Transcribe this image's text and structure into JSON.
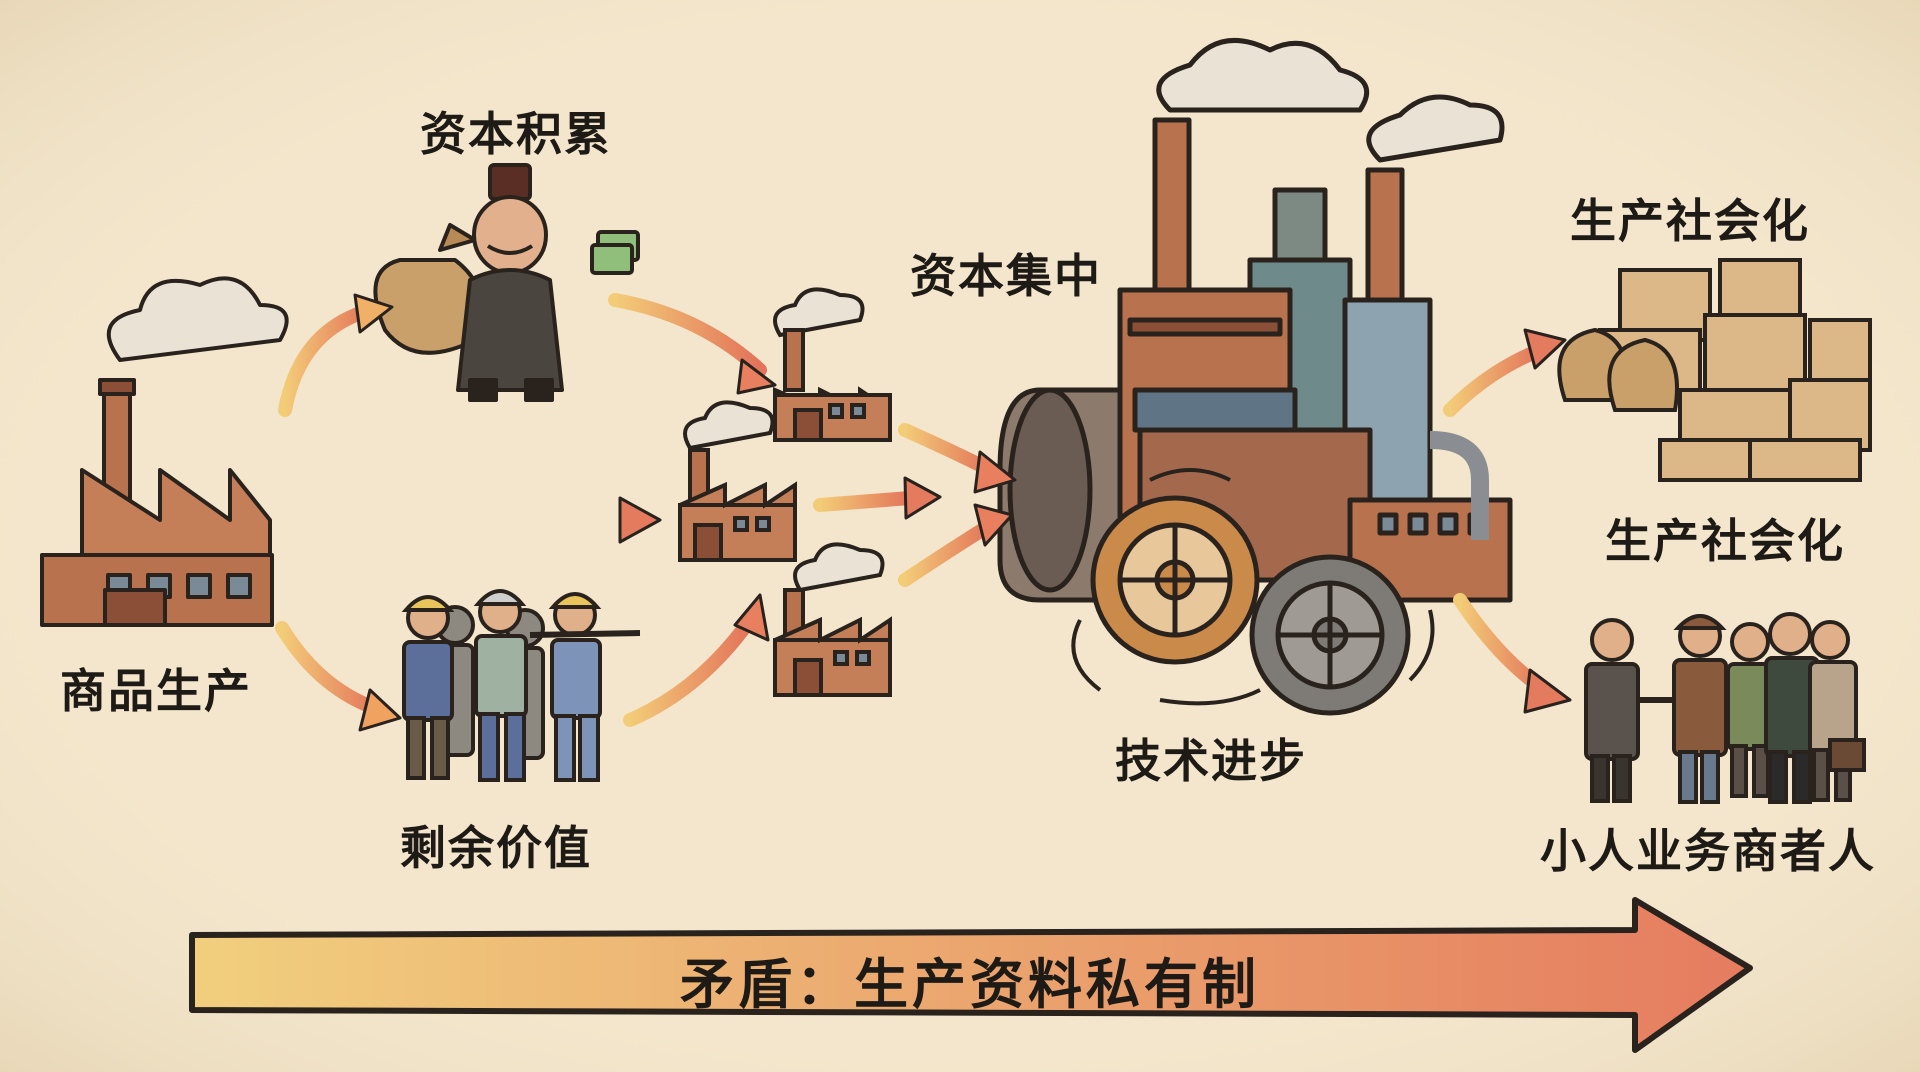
{
  "labels": {
    "commodity_production": "商品生产",
    "capital_accumulation": "资本积累",
    "surplus_value": "剩余价值",
    "capital_concentration": "资本集中",
    "tech_progress": "技术进步",
    "socialization_top": "生产社会化",
    "socialization_bottom": "生产社会化",
    "small_business": "小人业务商者人"
  },
  "banner": {
    "text": "矛盾：生产资料私有制"
  },
  "colors": {
    "background": "#f3e6cc",
    "brick": "#b9724e",
    "arrow_start": "#f2c46a",
    "arrow_end": "#e47a5e",
    "ink": "#2a231d"
  }
}
